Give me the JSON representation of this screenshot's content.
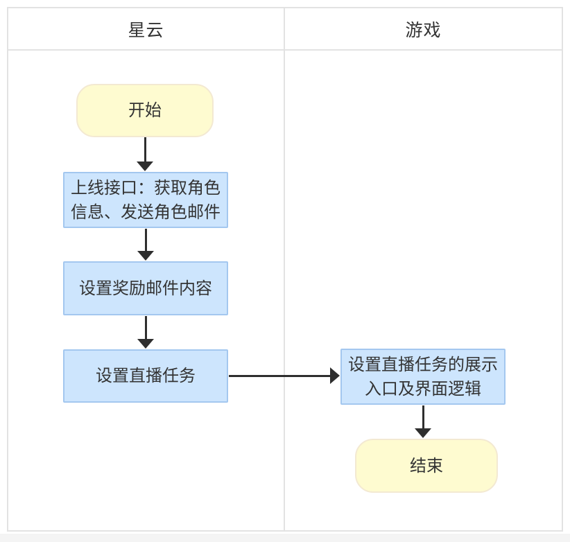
{
  "diagram": {
    "type": "swimlane-flowchart",
    "lanes": [
      {
        "id": "lane-xingyun",
        "title": "星云"
      },
      {
        "id": "lane-youxi",
        "title": "游戏"
      }
    ],
    "nodes": {
      "start": {
        "label": "开始",
        "shape": "terminal",
        "lane": "星云"
      },
      "online_api": {
        "label": "上线接口：获取角色\n信息、发送角色邮件",
        "shape": "process",
        "lane": "星云"
      },
      "reward_mail": {
        "label": "设置奖励邮件内容",
        "shape": "process",
        "lane": "星云"
      },
      "live_task": {
        "label": "设置直播任务",
        "shape": "process",
        "lane": "星云"
      },
      "task_display": {
        "label": "设置直播任务的展示\n入口及界面逻辑",
        "shape": "process",
        "lane": "游戏"
      },
      "end": {
        "label": "结束",
        "shape": "terminal",
        "lane": "游戏"
      }
    },
    "edges": [
      {
        "from": "start",
        "to": "online_api",
        "direction": "down"
      },
      {
        "from": "online_api",
        "to": "reward_mail",
        "direction": "down"
      },
      {
        "from": "reward_mail",
        "to": "live_task",
        "direction": "down"
      },
      {
        "from": "live_task",
        "to": "task_display",
        "direction": "right"
      },
      {
        "from": "task_display",
        "to": "end",
        "direction": "down"
      }
    ],
    "colors": {
      "process_fill": "#cde5fd",
      "process_border": "#a3c7ef",
      "terminal_fill": "#fefbd0",
      "terminal_border": "#f3e9d2",
      "arrow": "#2e2e2e",
      "grid_border": "#e2e2e2",
      "text": "#333333",
      "page_background": "#f4f4f4"
    }
  }
}
